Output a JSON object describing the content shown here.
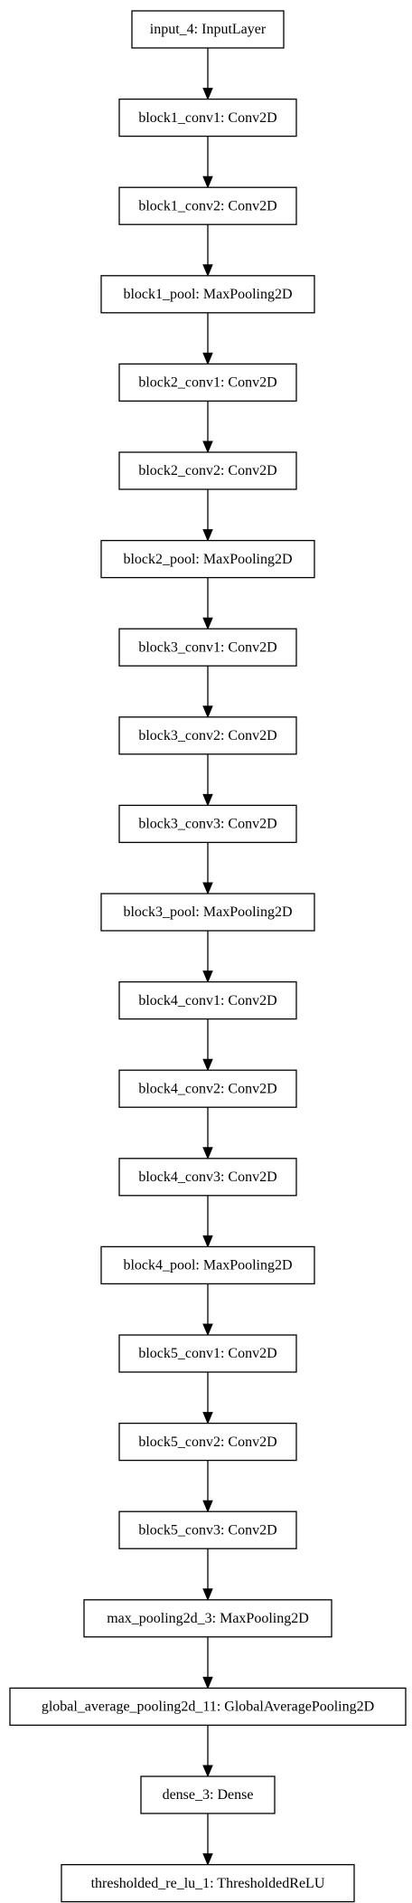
{
  "diagram": {
    "type": "model-graph",
    "nodes": [
      {
        "id": "input_4",
        "label": "input_4: InputLayer"
      },
      {
        "id": "block1_conv1",
        "label": "block1_conv1: Conv2D"
      },
      {
        "id": "block1_conv2",
        "label": "block1_conv2: Conv2D"
      },
      {
        "id": "block1_pool",
        "label": "block1_pool: MaxPooling2D"
      },
      {
        "id": "block2_conv1",
        "label": "block2_conv1: Conv2D"
      },
      {
        "id": "block2_conv2",
        "label": "block2_conv2: Conv2D"
      },
      {
        "id": "block2_pool",
        "label": "block2_pool: MaxPooling2D"
      },
      {
        "id": "block3_conv1",
        "label": "block3_conv1: Conv2D"
      },
      {
        "id": "block3_conv2",
        "label": "block3_conv2: Conv2D"
      },
      {
        "id": "block3_conv3",
        "label": "block3_conv3: Conv2D"
      },
      {
        "id": "block3_pool",
        "label": "block3_pool: MaxPooling2D"
      },
      {
        "id": "block4_conv1",
        "label": "block4_conv1: Conv2D"
      },
      {
        "id": "block4_conv2",
        "label": "block4_conv2: Conv2D"
      },
      {
        "id": "block4_conv3",
        "label": "block4_conv3: Conv2D"
      },
      {
        "id": "block4_pool",
        "label": "block4_pool: MaxPooling2D"
      },
      {
        "id": "block5_conv1",
        "label": "block5_conv1: Conv2D"
      },
      {
        "id": "block5_conv2",
        "label": "block5_conv2: Conv2D"
      },
      {
        "id": "block5_conv3",
        "label": "block5_conv3: Conv2D"
      },
      {
        "id": "max_pooling2d_3",
        "label": "max_pooling2d_3: MaxPooling2D"
      },
      {
        "id": "global_average_pooling2d_11",
        "label": "global_average_pooling2d_11: GlobalAveragePooling2D"
      },
      {
        "id": "dense_3",
        "label": "dense_3: Dense"
      },
      {
        "id": "thresholded_re_lu_1",
        "label": "thresholded_re_lu_1: ThresholdedReLU"
      }
    ],
    "edges": [
      {
        "from": "input_4",
        "to": "block1_conv1"
      },
      {
        "from": "block1_conv1",
        "to": "block1_conv2"
      },
      {
        "from": "block1_conv2",
        "to": "block1_pool"
      },
      {
        "from": "block1_pool",
        "to": "block2_conv1"
      },
      {
        "from": "block2_conv1",
        "to": "block2_conv2"
      },
      {
        "from": "block2_conv2",
        "to": "block2_pool"
      },
      {
        "from": "block2_pool",
        "to": "block3_conv1"
      },
      {
        "from": "block3_conv1",
        "to": "block3_conv2"
      },
      {
        "from": "block3_conv2",
        "to": "block3_conv3"
      },
      {
        "from": "block3_conv3",
        "to": "block3_pool"
      },
      {
        "from": "block3_pool",
        "to": "block4_conv1"
      },
      {
        "from": "block4_conv1",
        "to": "block4_conv2"
      },
      {
        "from": "block4_conv2",
        "to": "block4_conv3"
      },
      {
        "from": "block4_conv3",
        "to": "block4_pool"
      },
      {
        "from": "block4_pool",
        "to": "block5_conv1"
      },
      {
        "from": "block5_conv1",
        "to": "block5_conv2"
      },
      {
        "from": "block5_conv2",
        "to": "block5_conv3"
      },
      {
        "from": "block5_conv3",
        "to": "max_pooling2d_3"
      },
      {
        "from": "max_pooling2d_3",
        "to": "global_average_pooling2d_11"
      },
      {
        "from": "global_average_pooling2d_11",
        "to": "dense_3"
      },
      {
        "from": "dense_3",
        "to": "thresholded_re_lu_1"
      }
    ],
    "colors": {
      "background": "#ffffff",
      "stroke": "#000000",
      "text": "#000000"
    }
  }
}
